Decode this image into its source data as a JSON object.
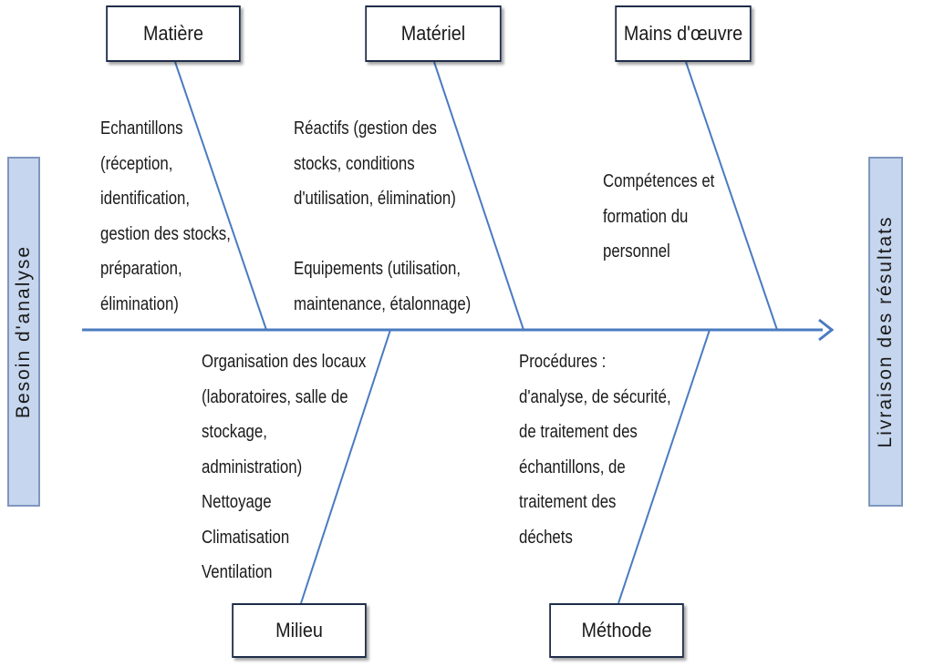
{
  "left_label": "Besoin d'analyse",
  "right_label": "Livraison des résultats",
  "categories": {
    "matiere": "Matière",
    "materiel": "Matériel",
    "mains_oeuvre": "Mains d'œuvre",
    "milieu": "Milieu",
    "methode": "Méthode"
  },
  "causes": {
    "matiere": [
      "Echantillons",
      "(réception,",
      "identification,",
      "gestion des stocks,",
      "préparation,",
      "élimination)"
    ],
    "materiel": [
      "Réactifs (gestion des",
      "stocks, conditions",
      "d'utilisation, élimination)",
      "",
      "Equipements (utilisation,",
      "maintenance, étalonnage)"
    ],
    "mains_oeuvre": [
      "Compétences et",
      "formation du",
      "personnel"
    ],
    "milieu": [
      "Organisation des locaux",
      "(laboratoires, salle de",
      "stockage,",
      "administration)",
      "Nettoyage",
      "Climatisation",
      "Ventilation"
    ],
    "methode": [
      "Procédures :",
      "d'analyse, de sécurité,",
      "de traitement des",
      "échantillons, de",
      "traitement des",
      "déchets"
    ]
  },
  "colors": {
    "line": "#4a7bc0",
    "box_border": "#1f2d4a",
    "side_fill": "#c6d6ee",
    "side_border": "#7f97bf"
  }
}
